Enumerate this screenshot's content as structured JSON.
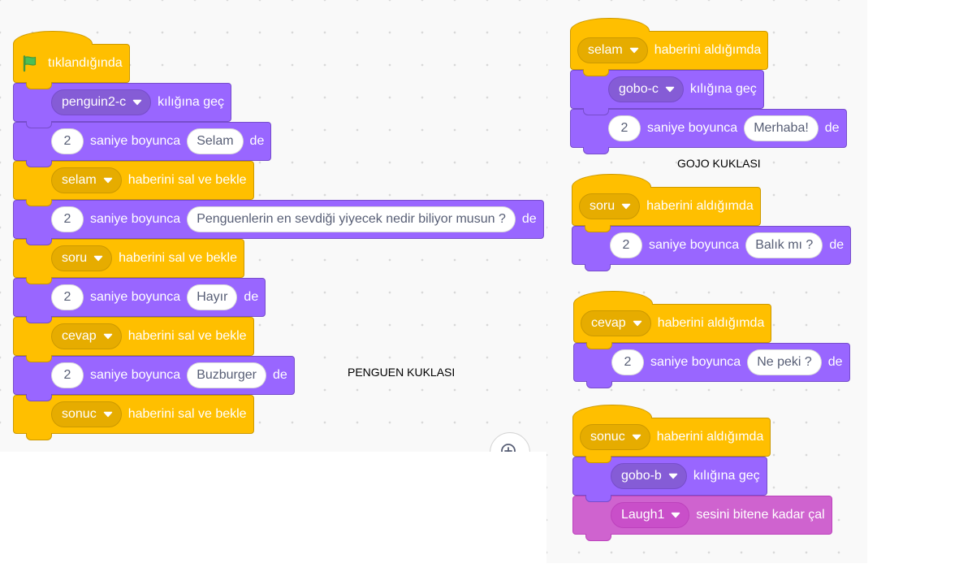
{
  "colors": {
    "events": "#ffbf00",
    "events_dark": "#e6ac00",
    "events_border": "#cc9900",
    "looks": "#9966ff",
    "looks_dark": "#855cd6",
    "looks_border": "#774dcb",
    "sound": "#cf63cf",
    "sound_dark": "#c94fc9",
    "sound_border": "#bd42bd",
    "workspace": "#f9f9f9",
    "input_text": "#575e75"
  },
  "icons": {
    "flag_icon": "green-flag-icon",
    "dropdown_icon": "dropdown-arrow-icon",
    "zoom_icon": "zoom-in-icon"
  },
  "penguen": {
    "caption": "PENGUEN KUKLASI",
    "hat": {
      "label": "tıklandığında"
    },
    "blocks": [
      {
        "dropdown": "penguin2-c",
        "label": "kılığına geç"
      },
      {
        "secs": "2",
        "label": "saniye boyunca",
        "message": "Selam",
        "suffix": "de"
      },
      {
        "dropdown": "selam",
        "label": "haberini sal ve bekle"
      },
      {
        "secs": "2",
        "label": "saniye boyunca",
        "message": "Penguenlerin en sevdiği yiyecek nedir biliyor musun ?",
        "suffix": "de"
      },
      {
        "dropdown": "soru",
        "label": "haberini sal ve bekle"
      },
      {
        "secs": "2",
        "label": "saniye boyunca",
        "message": "Hayır",
        "suffix": "de"
      },
      {
        "dropdown": "cevap",
        "label": "haberini sal ve bekle"
      },
      {
        "secs": "2",
        "label": "saniye boyunca",
        "message": "Buzburger",
        "suffix": "de"
      },
      {
        "dropdown": "sonuc",
        "label": "haberini sal ve bekle"
      }
    ]
  },
  "gojo": {
    "caption": "GOJO KUKLASI",
    "scripts": [
      {
        "hat": {
          "dropdown": "selam",
          "label": "haberini aldığımda"
        },
        "blocks": [
          {
            "dropdown": "gobo-c",
            "label": "kılığına geç"
          },
          {
            "secs": "2",
            "label": "saniye boyunca",
            "message": "Merhaba!",
            "suffix": "de"
          }
        ]
      },
      {
        "hat": {
          "dropdown": "soru",
          "label": "haberini aldığımda"
        },
        "blocks": [
          {
            "secs": "2",
            "label": "saniye boyunca",
            "message": "Balık mı ?",
            "suffix": "de"
          }
        ]
      },
      {
        "hat": {
          "dropdown": "cevap",
          "label": "haberini aldığımda"
        },
        "blocks": [
          {
            "secs": "2",
            "label": "saniye boyunca",
            "message": "Ne peki ?",
            "suffix": "de"
          }
        ]
      },
      {
        "hat": {
          "dropdown": "sonuc",
          "label": "haberini aldığımda"
        },
        "blocks": [
          {
            "dropdown": "gobo-b",
            "label": "kılığına geç"
          },
          {
            "dropdown": "Laugh1",
            "label": "sesini bitene kadar çal"
          }
        ]
      }
    ]
  }
}
